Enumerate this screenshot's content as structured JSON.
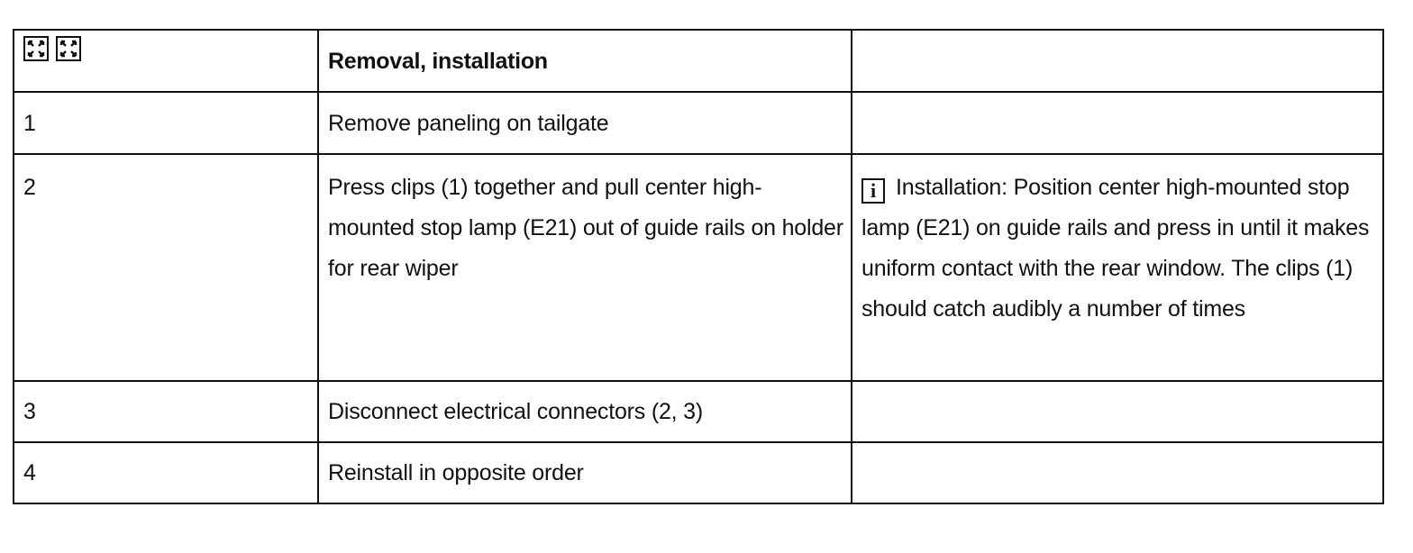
{
  "header": {
    "tool_icons": [
      "special-tool-icon",
      "special-tool-icon"
    ],
    "title": "Removal, installation"
  },
  "steps": [
    {
      "number": "1",
      "instruction": "Remove paneling on tailgate",
      "note": ""
    },
    {
      "number": "2",
      "instruction": "Press clips (1) together and pull center high-mounted stop lamp (E21) out of guide rails on holder for rear wiper",
      "note_icon": "i",
      "note": "Installation: Position center high-mounted stop lamp (E21) on guide rails and press in until it makes uniform contact with the rear window. The clips (1) should catch audibly a number of times"
    },
    {
      "number": "3",
      "instruction": "Disconnect electrical connectors (2, 3)",
      "note": ""
    },
    {
      "number": "4",
      "instruction": "Reinstall in opposite order",
      "note": ""
    }
  ]
}
